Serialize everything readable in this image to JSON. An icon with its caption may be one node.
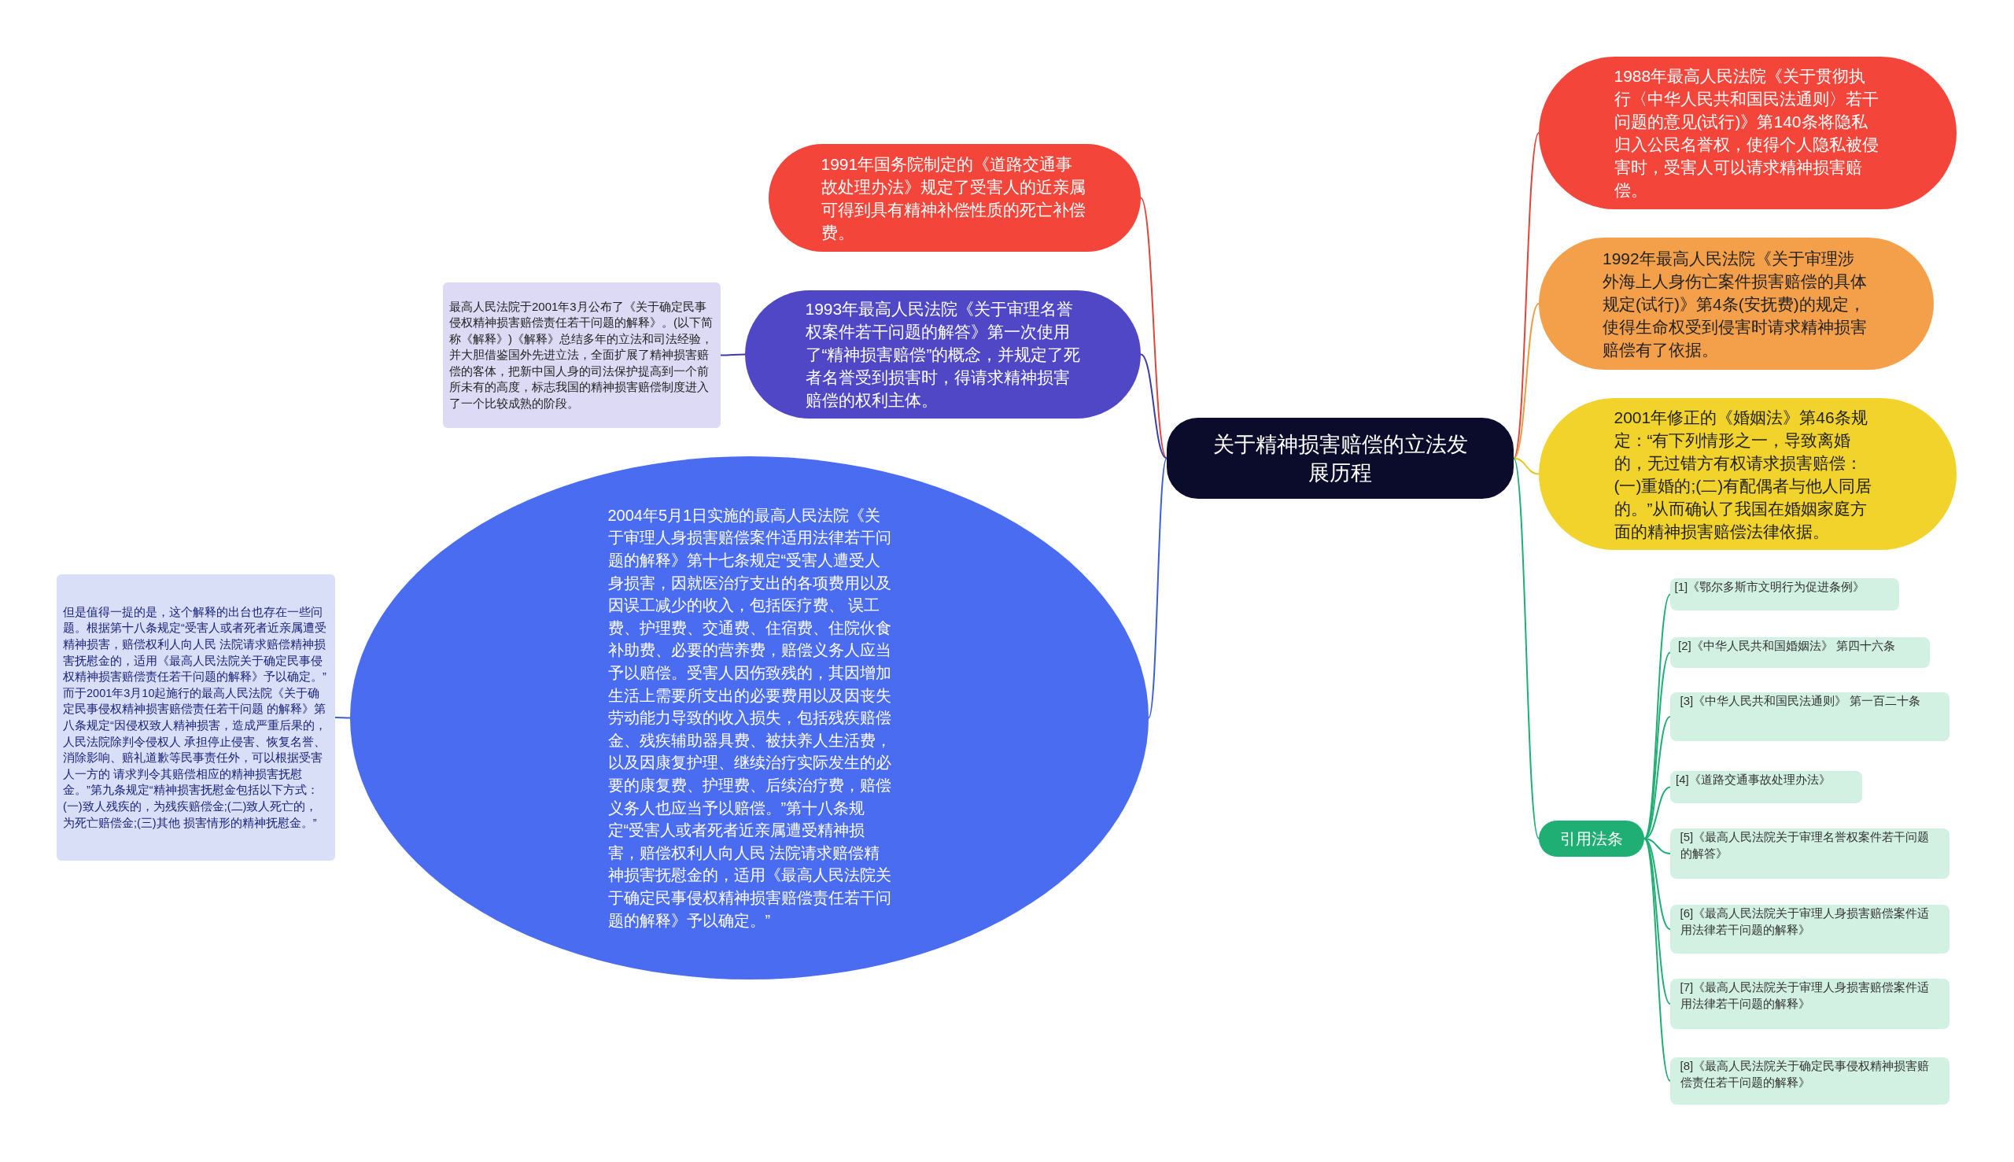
{
  "diagram": {
    "nodes": [
      {
        "text": [
          "关于精神损害赔偿的立法发展历程"
        ]
      },
      {
        "text": [
          "1991年国务院制定的《道路交通事故处理办法》规定了受害人的近亲属可得到具有精神补偿性质的死亡补偿费。"
        ]
      },
      {
        "text": [
          "1993年最高人民法院《关于审理名誉权案件若干问题的解答》第一次使用了“精神损害赔偿”的概念，并规定了死者名誉受到损害时，得请求精神损害赔偿的权利主体。"
        ]
      },
      {
        "text": [
          "最高人民法院于2001年3月公布了《关于确定民事侵权精神损害赔偿责任若干问题的解释》。(以下简称《解释》)《解释》总结多年的立法和司法经验，并大胆借鉴国外先进立法，全面扩展了精神损害赔偿的客体，把新中国人身的司法保护提高到一个前所未有的高度，标志我国的精神损害赔偿制度进入了一个比较成熟的阶段。"
        ]
      },
      {
        "text": [
          "2004年5月1日实施的最高人民法院《关于审理人身损害赔偿案件适用法律若干问题的解释》第十七条规定“受害人遭受人身损害，因就医治疗支出的各项费用以及因误工减少的收入，包括医疗费、 误工费、护理费、交通费、住宿费、住院伙食补助费、必要的营养费，赔偿义务人应当予以赔偿。受害人因伤致残的，其因增加生活上需要所支出的必要费用以及因丧失劳动能力导致的收入损失，包括残疾赔偿金、残疾辅助器具费、被扶养人生活费，以及因康复护理、继续治疗实际发生的必要的康复费、护理费、后续治疗费，赔偿义务人也应当予以赔偿。”第十八条规定“受害人或者死者近亲属遭受精神损害，赔偿权利人向人民 法院请求赔偿精神损害抚慰金的，适用《最高人民法院关于确定民事侵权精神损害赔偿责任若干问题的解释》予以确定。”"
        ]
      },
      {
        "text": [
          "但是值得一提的是，这个解释的出台也存在一些问题。根据第十八条规定“受害人或者死者近亲属遭受精神损害，赔偿权利人向人民 法院请求赔偿精神损害抚慰金的，适用《最高人民法院关于确定民事侵权精神损害赔偿责任若干问题的解释》予以确定。” 而于2001年3月10起施行的最高人民法院《关于确定民事侵权精神损害赔偿责任若干问题 的解释》第八条规定“因侵权致人精神损害，造成严重后果的，人民法院除判令侵权人 承担停止侵害、恢复名誉、消除影响、赔礼道歉等民事责任外，可以根据受害人一方的 请求判令其赔偿相应的精神损害抚慰金。”第九条规定“精神损害抚慰金包括以下方式：(一)致人残疾的，为残疾赔偿金;(二)致人死亡的，为死亡赔偿金;(三)其他 损害情形的精神抚慰金。”"
        ]
      },
      {
        "text": [
          "1988年最高人民法院《关于贯彻执行〈中华人民共和国民法通则〉若干问题的意见(试行)》第140条将隐私归入公民名誉权，使得个人隐私被侵害时，受害人可以请求精神损害赔偿。"
        ]
      },
      {
        "text": [
          "1992年最高人民法院《关于审理涉外海上人身伤亡案件损害赔偿的具体规定(试行)》第4条(安抚费)的规定，使得生命权受到侵害时请求精神损害赔偿有了依据。"
        ]
      },
      {
        "text": [
          "2001年修正的《婚姻法》第46条规定：“有下列情形之一，导致离婚的，无过错方有权请求损害赔偿：(一)重婚的;(二)有配偶者与他人同居的。”从而确认了我国在婚姻家庭方面的精神损害赔偿法律依据。"
        ]
      },
      {
        "text": [
          "引用法条"
        ]
      },
      {
        "text": [
          "[1]《鄂尔多斯市文明行为促进条例》"
        ]
      },
      {
        "text": [
          "[2]《中华人民共和国婚姻法》 第四十六条"
        ]
      },
      {
        "text": [
          "[3]《中华人民共和国民法通则》 第一百二十条"
        ]
      },
      {
        "text": [
          "[4]《道路交通事故处理办法》"
        ]
      },
      {
        "text": [
          "[5]《最高人民法院关于审理名誉权案件若干问题的解答》"
        ]
      },
      {
        "text": [
          "[6]《最高人民法院关于审理人身损害赔偿案件适用法律若干问题的解释》"
        ]
      },
      {
        "text": [
          "[7]《最高人民法院关于审理人身损害赔偿案件适用法律若干问题的解释》"
        ]
      },
      {
        "text": [
          "[8]《最高人民法院关于确定民事侵权精神损害赔偿责任若干问题的解释》"
        ]
      }
    ],
    "edges": [
      {
        "from": 0,
        "to": 1,
        "arrow": "none",
        "color": "#e0443a"
      },
      {
        "from": 0,
        "to": 2,
        "arrow": "none",
        "color": "#3d3aa8"
      },
      {
        "from": 2,
        "to": 3,
        "arrow": "none",
        "color": "#3d3aa8"
      },
      {
        "from": 0,
        "to": 4,
        "arrow": "none",
        "color": "#3c5fd8"
      },
      {
        "from": 4,
        "to": 5,
        "arrow": "none",
        "color": "#3c5fd8"
      },
      {
        "from": 0,
        "to": 6,
        "arrow": "none",
        "color": "#e0443a"
      },
      {
        "from": 0,
        "to": 7,
        "arrow": "none",
        "color": "#ee9a40"
      },
      {
        "from": 0,
        "to": 8,
        "arrow": "none",
        "color": "#e6c620"
      },
      {
        "from": 0,
        "to": 9,
        "arrow": "none"
      },
      {
        "from": 9,
        "to": 10,
        "arrow": "none"
      },
      {
        "from": 9,
        "to": 11,
        "arrow": "none"
      },
      {
        "from": 9,
        "to": 12,
        "arrow": "none"
      },
      {
        "from": 9,
        "to": 13,
        "arrow": "none"
      },
      {
        "from": 9,
        "to": 14,
        "arrow": "none"
      },
      {
        "from": 9,
        "to": 15,
        "arrow": "none"
      },
      {
        "from": 9,
        "to": 16,
        "arrow": "none"
      },
      {
        "from": 9,
        "to": 17,
        "arrow": "none"
      }
    ]
  }
}
